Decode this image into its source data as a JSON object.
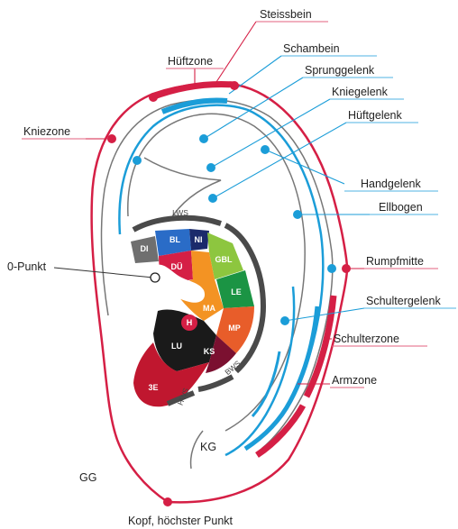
{
  "labels": {
    "steissbein": "Steissbein",
    "schambein": "Schambein",
    "hueftzone": "Hüftzone",
    "sprunggelenk": "Sprunggelenk",
    "kniegelenk": "Kniegelenk",
    "hueftgelenk": "Hüftgelenk",
    "kniezone": "Kniezone",
    "handgelenk": "Handgelenk",
    "ellbogen": "Ellbogen",
    "nullpunkt": "0-Punkt",
    "rumpfmitte": "Rumpfmitte",
    "schultergelenk": "Schultergelenk",
    "schulterzone": "Schulterzone",
    "armzone": "Armzone",
    "kg": "KG",
    "gg": "GG",
    "kopf": "Kopf, höchster Punkt"
  },
  "segments": {
    "di": "DI",
    "bl": "BL",
    "ni": "NI",
    "due": "DÜ",
    "gbl": "GBL",
    "le": "LE",
    "ma": "MA",
    "mp": "MP",
    "h": "H",
    "lu": "LU",
    "ks": "KS",
    "e3": "3E"
  },
  "spine": {
    "lws": "LWS",
    "bws": "BWS",
    "hws": "HWS"
  },
  "colors": {
    "red": "#d51f45",
    "blue": "#1b9dd8",
    "grey": "#6f6f6f",
    "dark_grey": "#4a4a4a",
    "orange": "#f39323",
    "green": "#8dc63f",
    "dark_green": "#1b9444",
    "navy": "#1b2a6b",
    "black": "#1a1a1a"
  }
}
